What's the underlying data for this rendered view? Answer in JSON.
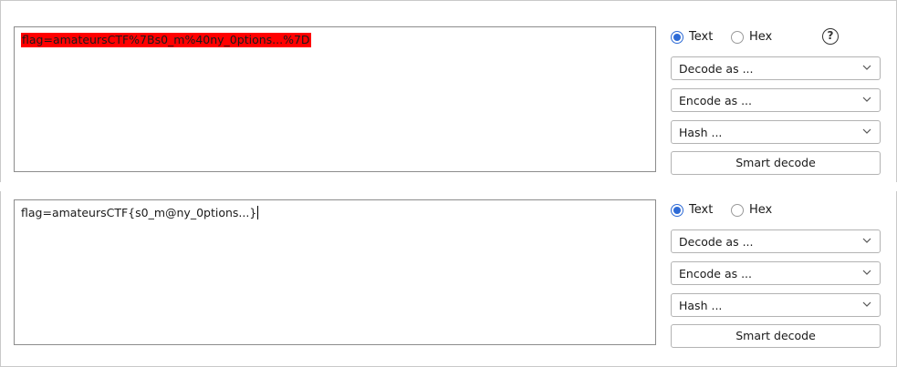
{
  "encoder_panel": {
    "text": "flag=amateursCTF%7Bs0_m%40ny_0ptions...%7D",
    "format_text_label": "Text",
    "format_hex_label": "Hex",
    "selected_format": "Text",
    "help_glyph": "?",
    "decode_label": "Decode as ...",
    "encode_label": "Encode as ...",
    "hash_label": "Hash ...",
    "smart_decode_label": "Smart decode",
    "selection_color": "#ff0000"
  },
  "decoded_panel": {
    "text": "flag=amateursCTF{s0_m@ny_0ptions...}",
    "format_text_label": "Text",
    "format_hex_label": "Hex",
    "selected_format": "Text",
    "decode_label": "Decode as ...",
    "encode_label": "Encode as ...",
    "hash_label": "Hash ...",
    "smart_decode_label": "Smart decode"
  },
  "icons": {
    "help": "help-circle-icon",
    "dropdown": "chevron-down-icon"
  },
  "colors": {
    "accent": "#2e6bd6",
    "border": "#8c8c8c"
  }
}
